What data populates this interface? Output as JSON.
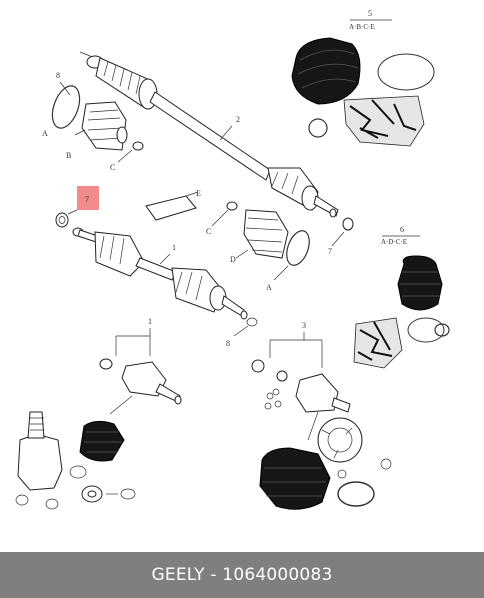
{
  "callouts": {
    "n1_top": "1",
    "n1_bottom": "1",
    "n2": "2",
    "n3": "3",
    "n5": "5",
    "n6": "6",
    "n7_highlight": "7",
    "n7_right": "7",
    "n8_top": "8",
    "n8_bottom": "8",
    "a_left": "A",
    "a_right": "A",
    "b": "B",
    "c_left": "C",
    "c_right": "C",
    "d": "D",
    "e": "E"
  },
  "kits": {
    "kit5": "A·B·C·E",
    "kit6": "A·D·C·E"
  },
  "highlight_color": "#f28b8b",
  "footer": {
    "text": "GEELY - 1064000083"
  }
}
